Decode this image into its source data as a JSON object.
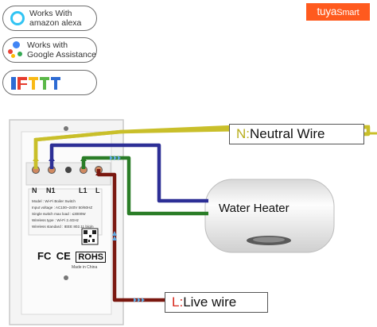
{
  "badges": {
    "alexa": {
      "line1": "Works With",
      "line2": "amazon alexa"
    },
    "google": {
      "line1": "Works with",
      "line2": "Google Assistance"
    },
    "ifttt": {
      "label": "IFTTT"
    }
  },
  "brand": {
    "name": "tuya",
    "suffix": "Smart"
  },
  "switch": {
    "terminals": [
      "N",
      "N1",
      "L1",
      "L"
    ],
    "spec_lines": [
      "Model : Wi-Fi Boiler Switch",
      "Input voltage : AC100~240V  50/60HZ",
      "Single switch max load : ≤3000W",
      "Wireless type : Wi-Fi 2.4GHz",
      "Wireless standard : IEEE 802.11 b/g/n"
    ],
    "cert": {
      "fc": "FC",
      "ce": "CE",
      "rohs": "ROHS"
    },
    "made_in": "Made in China"
  },
  "neutral_label": {
    "prefix": "N:",
    "text": "Neutral Wire"
  },
  "live_label": {
    "prefix": "L:",
    "text": "Live wire"
  },
  "heater": {
    "label": "Water Heater"
  },
  "colors": {
    "neutral": "#c9bf2a",
    "live": "#7a1810",
    "blue": "#2d2f96",
    "green": "#2a7d27",
    "brand": "#ff5a1e"
  }
}
